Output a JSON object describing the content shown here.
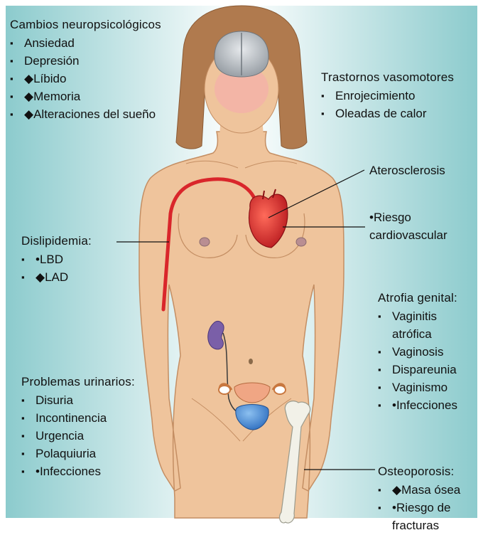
{
  "groups": {
    "neuro": {
      "title": "Cambios neuropsicológicos",
      "items": [
        "Ansiedad",
        "Depresión",
        "◆Líbido",
        "◆Memoria",
        "◆Alteraciones del sueño"
      ]
    },
    "vaso": {
      "title": "Trastornos vasomotores",
      "items": [
        "Enrojecimiento",
        "Oleadas de calor"
      ]
    },
    "dislip": {
      "title": "Dislipidemia:",
      "items": [
        "•LBD",
        "◆LAD"
      ]
    },
    "atrofia": {
      "title": "Atrofia genital:",
      "items": [
        "Vaginitis",
        "Vaginosis",
        "Dispareunia",
        "Vaginismo",
        "•Infecciones"
      ],
      "continuation": "atrófica"
    },
    "urin": {
      "title": "Problemas urinarios:",
      "items": [
        "Disuria",
        "Incontinencia",
        "Urgencia",
        "Polaquiuria",
        "•Infecciones"
      ]
    },
    "osteo": {
      "title": "Osteoporosis:",
      "items": [
        "◆Masa ósea",
        "•Riesgo de"
      ],
      "continuation": "fracturas"
    }
  },
  "labels": {
    "atero": "Aterosclerosis",
    "riesgo_1": "•Riesgo",
    "riesgo_2": "cardiovascular"
  },
  "bullet_char": "▪",
  "colors": {
    "skin": "#efc49c",
    "skin_shadow": "#d9a67a",
    "hair": "#b07a4e",
    "background_teal": "#9fd3d6",
    "heart": "#d9262b",
    "artery": "#d9262b",
    "kidney": "#7a5fa8",
    "uterus": "#f0a684",
    "bladder": "#4d8fd6",
    "bone": "#f2f1e8",
    "brain": "#b8bec4"
  }
}
